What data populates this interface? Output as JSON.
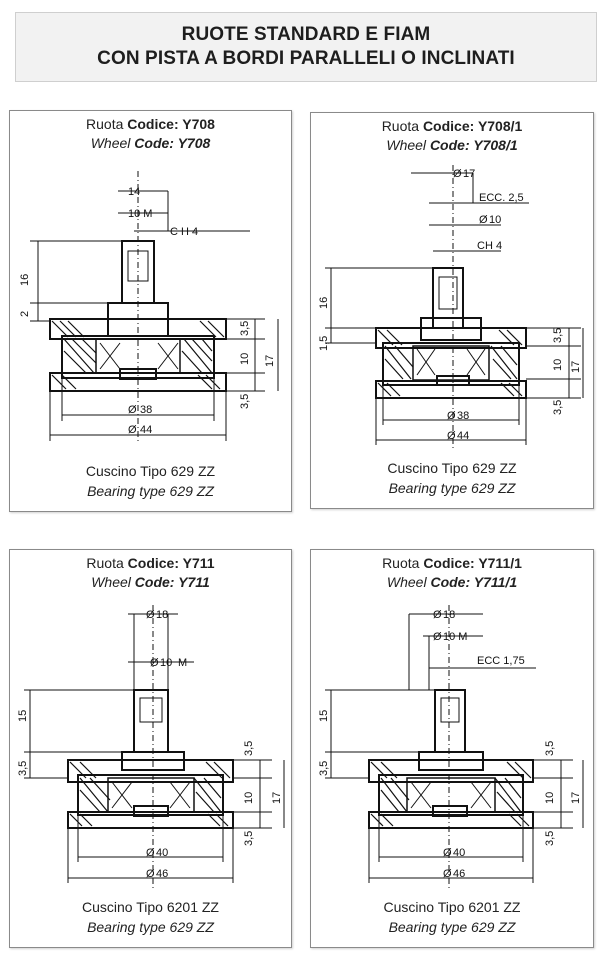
{
  "title": {
    "line1": "RUOTE STANDARD E FIAM",
    "line2": "CON PISTA A BORDI PARALLELI O INCLINATI"
  },
  "panels": [
    {
      "label_it": "Ruota",
      "code_label_it": "Codice",
      "code": "Y708",
      "label_en": "Wheel",
      "code_label_en": "Code",
      "code_en": "Y708",
      "bearing_it": "Cuscino Tipo 629 ZZ",
      "bearing_en": "Bearing type 629 ZZ",
      "dims": {
        "d14": "14",
        "d10m": "10 M",
        "ch": "C H 4",
        "h16": "16",
        "h2": "2",
        "h35a": "3,5",
        "h10": "10",
        "h17": "17",
        "h35b": "3,5",
        "d38": "38",
        "d44": "44"
      }
    },
    {
      "label_it": "Ruota",
      "code_label_it": "Codice",
      "code": "Y708/1",
      "label_en": "Wheel",
      "code_label_en": "Code",
      "code_en": "Y708/1",
      "bearing_it": "Cuscino Tipo 629 ZZ",
      "bearing_en": "Bearing type 629 ZZ",
      "dims": {
        "d17": "17",
        "ecc": "ECC. 2,5",
        "d10": "10",
        "ch": "CH 4",
        "h16": "16",
        "h15": "1,5",
        "h35a": "3,5",
        "h10": "10",
        "h17": "17",
        "h35b": "3,5",
        "d38": "38",
        "d44": "44"
      }
    },
    {
      "label_it": "Ruota",
      "code_label_it": "Codice",
      "code": "Y711",
      "label_en": "Wheel",
      "code_label_en": "Code",
      "code_en": "Y711",
      "bearing_it": "Cuscino Tipo 6201 ZZ",
      "bearing_en": "Bearing type 629 ZZ",
      "dims": {
        "d18": "18",
        "d10m": "10",
        "m": "M",
        "h15": "15",
        "h35l": "3,5",
        "h35a": "3,5",
        "h10": "10",
        "h17": "17",
        "h35b": "3,5",
        "d40": "40",
        "d46": "46"
      }
    },
    {
      "label_it": "Ruota",
      "code_label_it": "Codice",
      "code": "Y711/1",
      "label_en": "Wheel",
      "code_label_en": "Code",
      "code_en": "Y711/1",
      "bearing_it": "Cuscino Tipo 6201 ZZ",
      "bearing_en": "Bearing type 629 ZZ",
      "dims": {
        "d18": "18",
        "d10m": "10 M",
        "ecc": "ECC 1,75",
        "h15": "15",
        "h35l": "3,5",
        "h35a": "3,5",
        "h10": "10",
        "h17": "17",
        "h35b": "3,5",
        "d40": "40",
        "d46": "46"
      }
    }
  ]
}
